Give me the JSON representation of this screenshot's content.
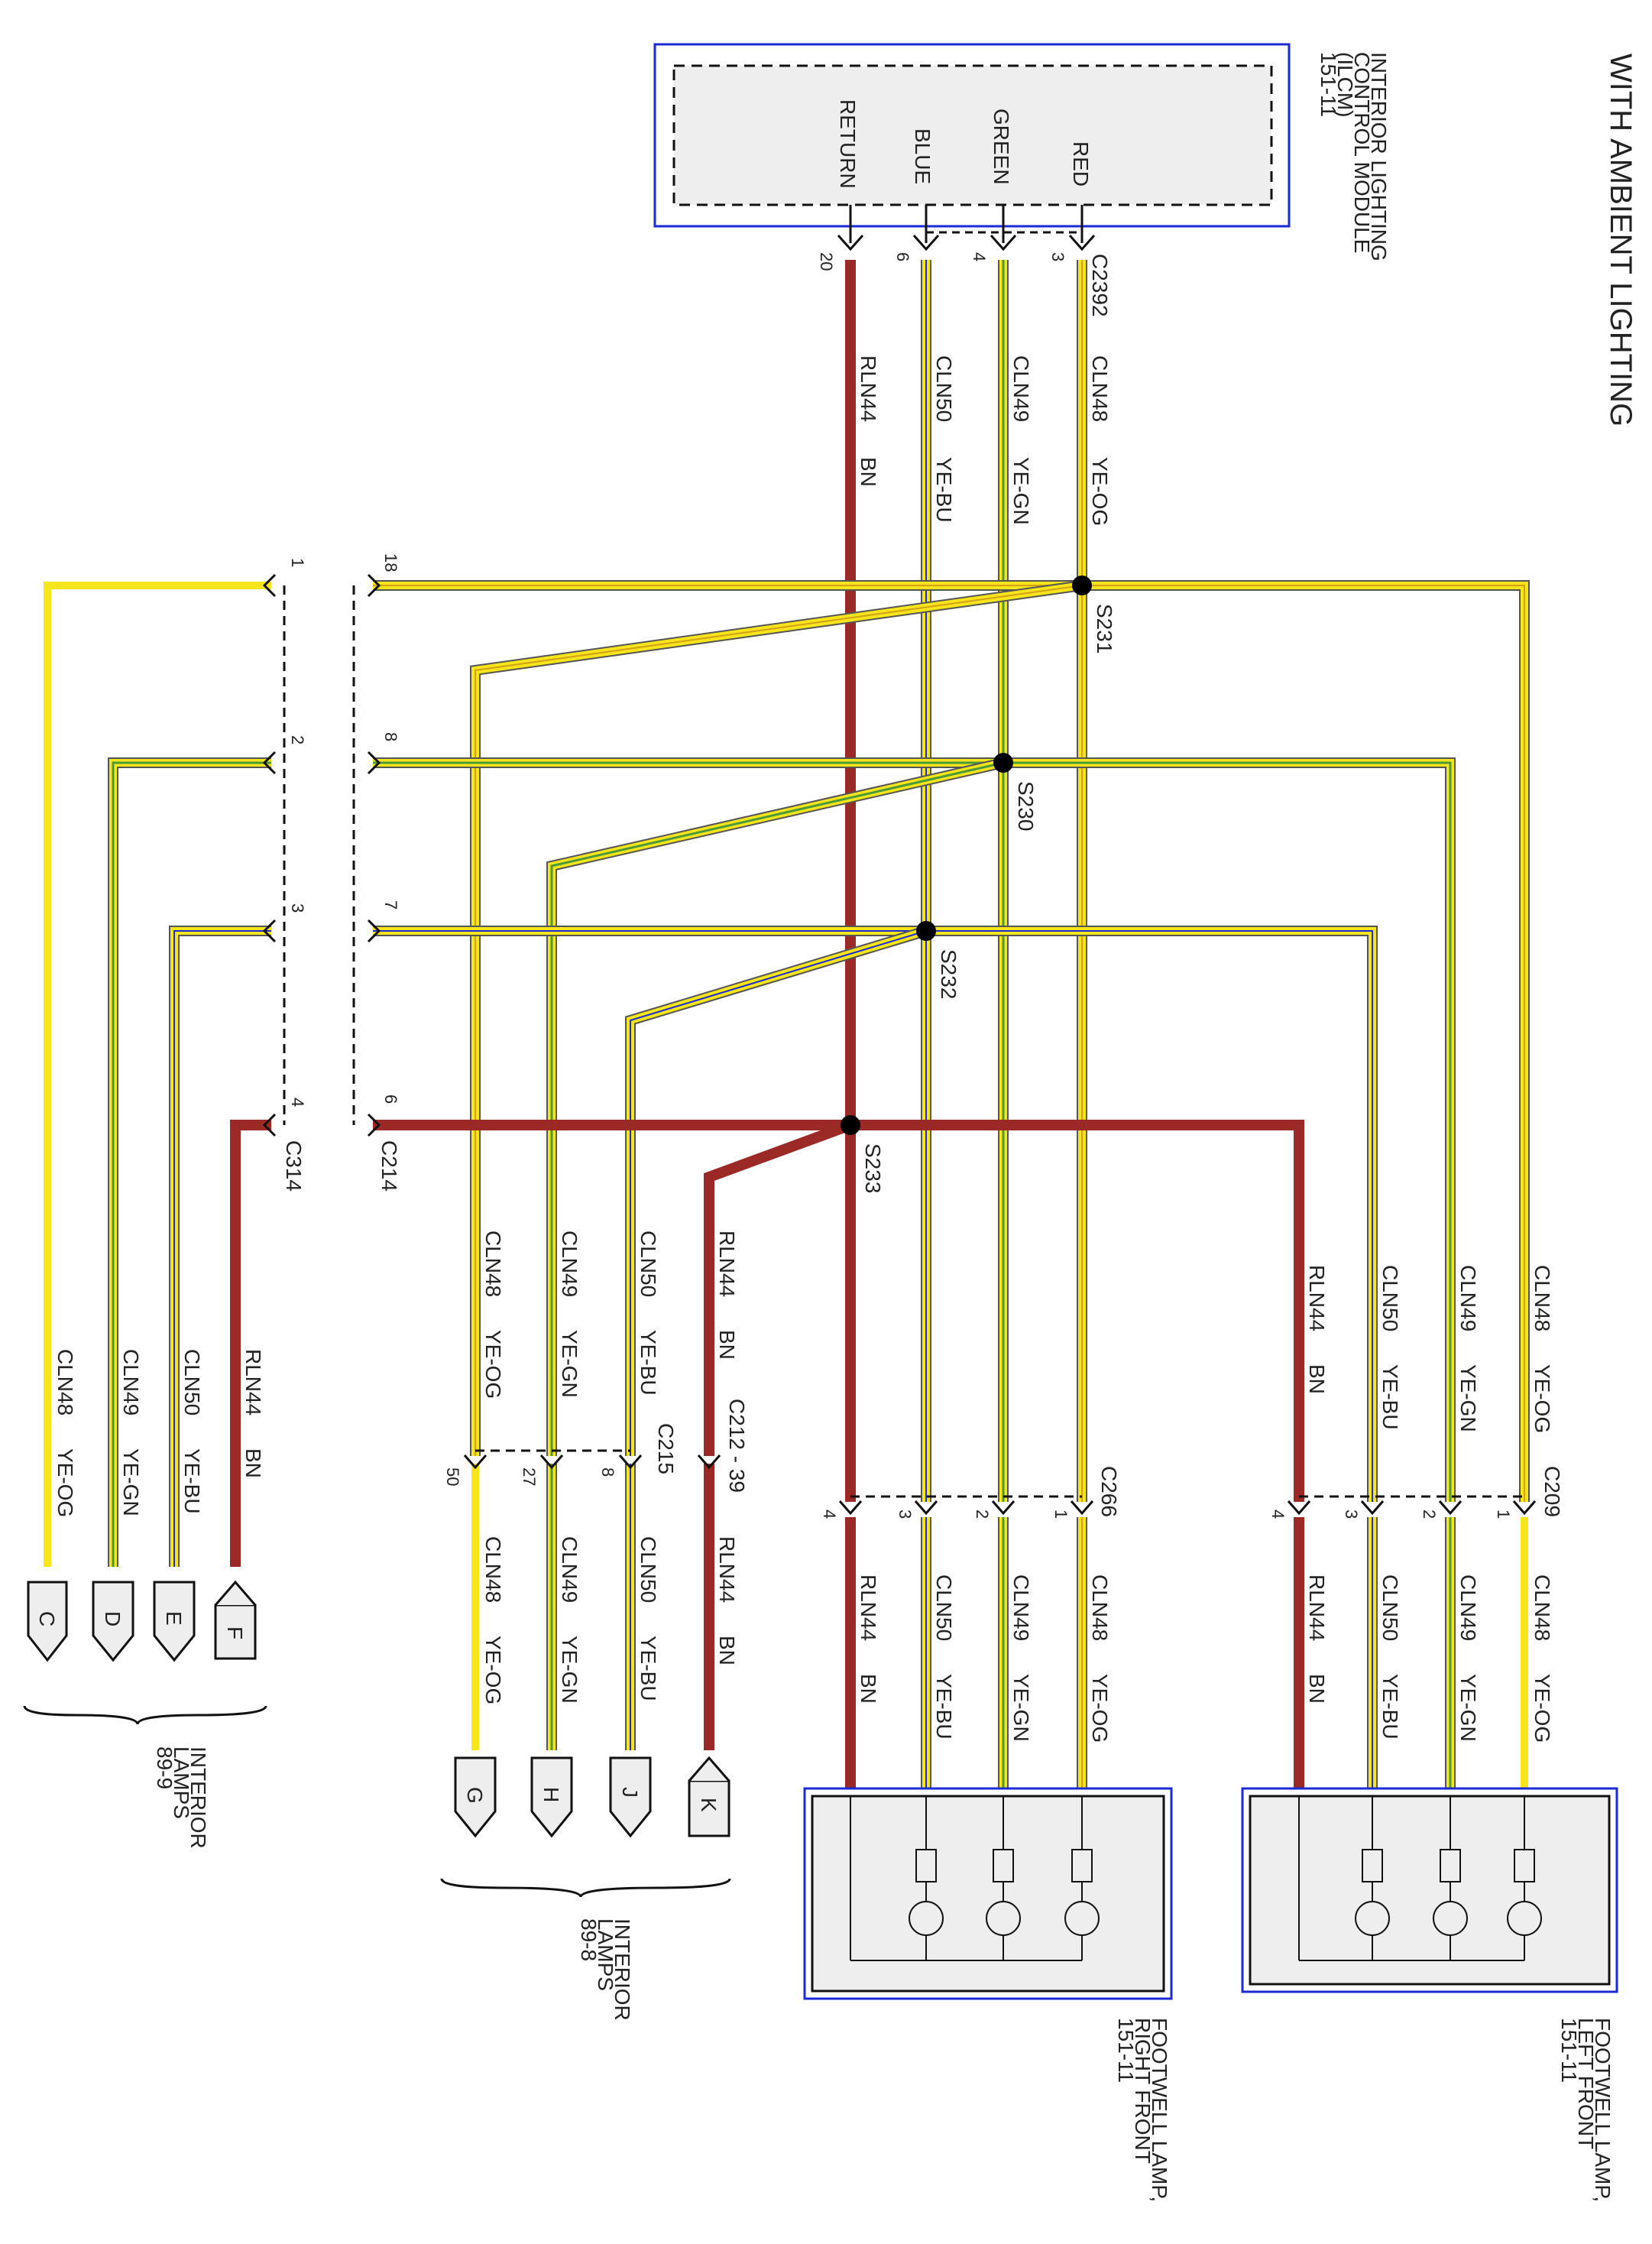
{
  "title": "WITH AMBIENT LIGHTING",
  "colors": {
    "ye": "#f5e51a",
    "og": "#d4a017",
    "gn": "#4a9a3a",
    "bu": "#1a2bd6",
    "bn": "#9b2a26",
    "frame": "#1a2bd6",
    "box": "#eeeeee"
  },
  "modules": {
    "ilcm": {
      "name_lines": [
        "INTERIOR LIGHTING",
        "CONTROL MODULE",
        "(ILCM)",
        "151-11"
      ],
      "pins": [
        "RED",
        "GREEN",
        "BLUE",
        "RETURN"
      ],
      "connector": "C2392",
      "pin_numbers": [
        "3",
        "4",
        "6",
        "20"
      ]
    },
    "footwell_left": {
      "name_lines": [
        "FOOTWELL LAMP,",
        "LEFT FRONT",
        "151-11"
      ]
    },
    "footwell_right": {
      "name_lines": [
        "FOOTWELL LAMP,",
        "RIGHT FRONT",
        "151-11"
      ]
    }
  },
  "circuits": {
    "cln48": "CLN48",
    "cln49": "CLN49",
    "cln50": "CLN50",
    "rln44": "RLN44",
    "ye_og": "YE-OG",
    "ye_gn": "YE-GN",
    "ye_bu": "YE-BU",
    "bn": "BN"
  },
  "splices": [
    "S231",
    "S230",
    "S232",
    "S233"
  ],
  "connectors": {
    "c214": "C214",
    "c214_pins": [
      "18",
      "8",
      "7",
      "6"
    ],
    "c314": "C314",
    "c314_pins": [
      "1",
      "2",
      "3",
      "4"
    ],
    "c209": "C209",
    "c209_pins": [
      "1",
      "2",
      "3",
      "4"
    ],
    "c266": "C266",
    "c266_pins": [
      "1",
      "2",
      "3",
      "4"
    ],
    "c215": "C215",
    "c215_pins": [
      "50",
      "27",
      "8"
    ],
    "c212": "C212 - 39"
  },
  "references": {
    "interior_lamps_a": [
      "INTERIOR",
      "LAMPS",
      "89-9"
    ],
    "interior_lamps_b": [
      "INTERIOR",
      "LAMPS",
      "89-8"
    ],
    "letters_a": [
      "C",
      "D",
      "E",
      "F"
    ],
    "letters_b": [
      "G",
      "H",
      "J",
      "K"
    ]
  }
}
